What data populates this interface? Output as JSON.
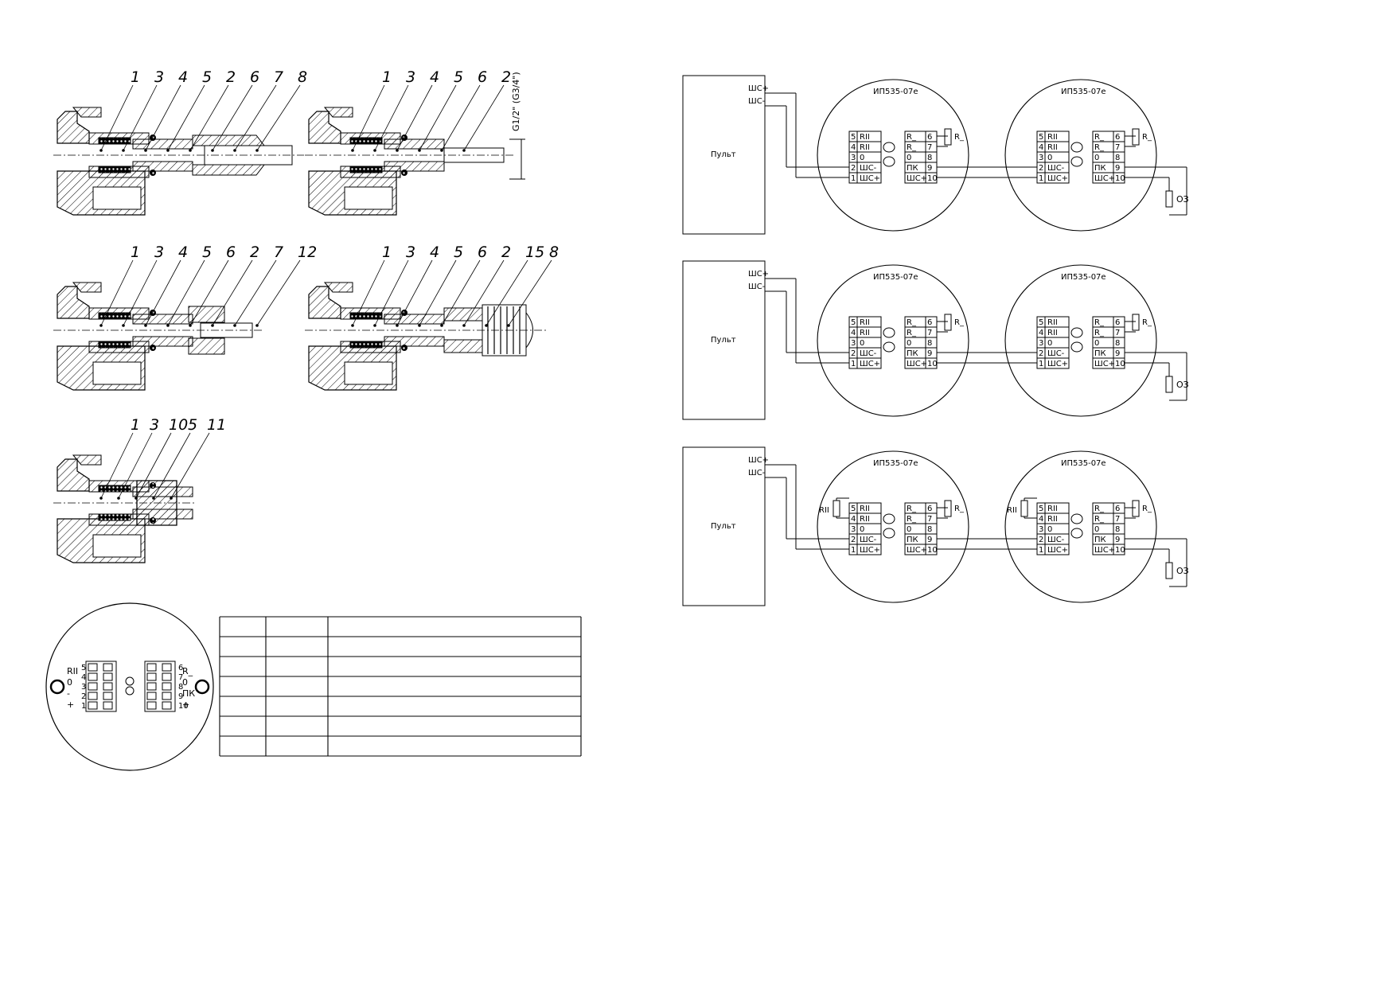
{
  "part_numbers": {
    "view1": [
      "1",
      "3",
      "4",
      "5",
      "2",
      "6",
      "7",
      "8"
    ],
    "view2": [
      "1",
      "3",
      "4",
      "5",
      "6",
      "2"
    ],
    "view3": [
      "1",
      "3",
      "4",
      "5",
      "6",
      "2",
      "7",
      "12"
    ],
    "view4": [
      "1",
      "3",
      "4",
      "5",
      "6",
      "2",
      "15",
      "8"
    ],
    "view5": [
      "1",
      "3",
      "10",
      "5",
      "11"
    ]
  },
  "thread_label": "G1/2\" (G3/4\")",
  "front_view": {
    "left_labels": [
      "RII",
      "0",
      "-",
      "+"
    ],
    "right_labels": [
      "R_",
      "0",
      "ПК",
      "+"
    ],
    "left_pins": [
      "5",
      "4",
      "3",
      "2",
      "1"
    ],
    "right_pins": [
      "6",
      "7",
      "8",
      "9",
      "10"
    ]
  },
  "wiring": {
    "console_label": "Пульт",
    "loop_plus": "ШС+",
    "loop_minus": "ШС-",
    "detector_title": "ИП535-07е",
    "left_terminals": [
      {
        "pin": "5",
        "name": "RII"
      },
      {
        "pin": "4",
        "name": "RII"
      },
      {
        "pin": "3",
        "name": "0"
      },
      {
        "pin": "2",
        "name": "ШС-"
      },
      {
        "pin": "1",
        "name": "ШС+"
      }
    ],
    "right_terminals": [
      {
        "pin": "6",
        "name": "R_"
      },
      {
        "pin": "7",
        "name": "R_"
      },
      {
        "pin": "8",
        "name": "0"
      },
      {
        "pin": "9",
        "name": "ПК"
      },
      {
        "pin": "10",
        "name": "ШС+"
      }
    ],
    "resistor_r": "R_",
    "resistor_rii": "RII",
    "end_resistor": "ОЗ"
  },
  "table": {
    "rows": 7,
    "columns": 3
  }
}
